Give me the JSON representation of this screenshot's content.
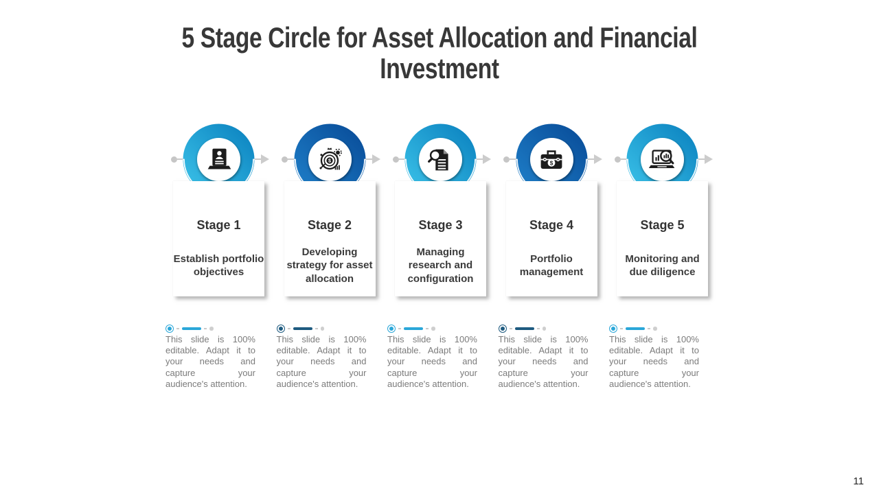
{
  "slide": {
    "title": "5 Stage Circle for Asset Allocation and Financial Investment",
    "page_number": "11",
    "editable_note": "This slide is 100% editable. Adapt it to your needs and capture your audience's attention."
  },
  "colors": {
    "light_blue_ring": "#29a7da",
    "dark_blue_ring": "#0f63ad",
    "light_indicator": "#2ba7d9",
    "dark_indicator": "#1e5b80",
    "icon_color": "#1c1c1c",
    "connector_gray": "#c9c9c9",
    "title_text": "#383838",
    "note_text": "#7b7b7b"
  },
  "stages": [
    {
      "label": "Stage 1",
      "description": "Establish portfolio objectives",
      "icon": "laptop-profile-document-icon",
      "theme": "light"
    },
    {
      "label": "Stage 2",
      "description": "Developing strategy for asset allocation",
      "icon": "target-dollar-gear-icon",
      "theme": "dark"
    },
    {
      "label": "Stage 3",
      "description": "Managing research and configuration",
      "icon": "document-magnifier-icon",
      "theme": "light"
    },
    {
      "label": "Stage 4",
      "description": "Portfolio management",
      "icon": "briefcase-dollar-icon",
      "theme": "dark"
    },
    {
      "label": "Stage 5",
      "description": "Monitoring and due diligence",
      "icon": "laptop-chart-magnifier-icon",
      "theme": "light"
    }
  ]
}
